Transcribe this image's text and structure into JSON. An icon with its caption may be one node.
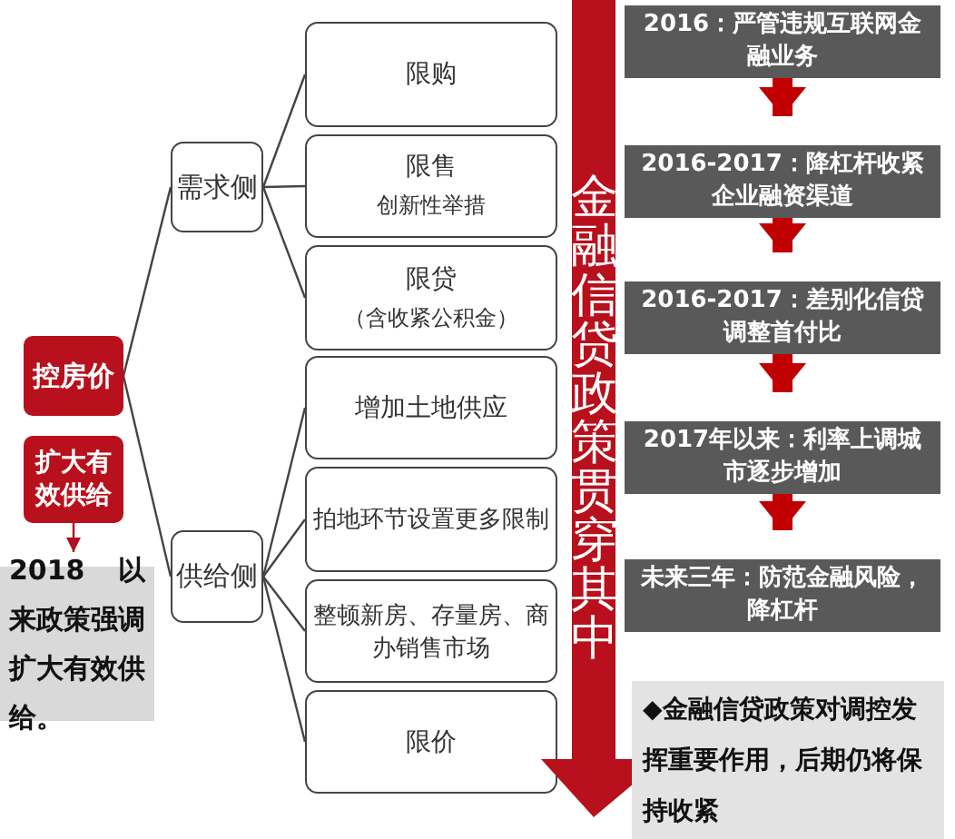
{
  "diagram": {
    "nodes": [
      {
        "text": [
          "控房价"
        ]
      },
      {
        "text": [
          "扩大有效供给"
        ]
      },
      {
        "text": [
          "2018 以来政策强调扩大有效供给。"
        ]
      },
      {
        "text": [
          "需求侧"
        ]
      },
      {
        "text": [
          "供给侧"
        ]
      },
      {
        "text": [
          "限购"
        ]
      },
      {
        "text": [
          "限售",
          "创新性举措"
        ]
      },
      {
        "text": [
          "限贷",
          "（含收紧公积金）"
        ]
      },
      {
        "text": [
          "增加土地供应"
        ]
      },
      {
        "text": [
          "拍地环节设置更多限制"
        ]
      },
      {
        "text": [
          "整顿新房、存量房、商办销售市场"
        ]
      },
      {
        "text": [
          "限价"
        ]
      },
      {
        "text": [
          "金融信贷政策贯穿其中"
        ]
      },
      {
        "text": [
          "2016：严管违规互联网金融业务"
        ]
      },
      {
        "text": [
          "2016-2017：降杠杆收紧企业融资渠道"
        ]
      },
      {
        "text": [
          "2016-2017：差别化信贷调整首付比"
        ]
      },
      {
        "text": [
          "2017年以来：利率上调城市逐步增加"
        ]
      },
      {
        "text": [
          "未来三年：防范金融风险，降杠杆"
        ]
      },
      {
        "text": [
          "◆金融信贷政策**对调控发挥重要作用**，后期仍将保持收紧"
        ]
      }
    ],
    "edges": [
      {
        "from": 0,
        "to": 3,
        "arrow": "none"
      },
      {
        "from": 0,
        "to": 4,
        "arrow": "none"
      },
      {
        "from": 1,
        "to": 2,
        "arrow": "to",
        "color": "#b01020"
      },
      {
        "from": 3,
        "to": 5,
        "arrow": "none"
      },
      {
        "from": 3,
        "to": 6,
        "arrow": "none"
      },
      {
        "from": 3,
        "to": 7,
        "arrow": "none"
      },
      {
        "from": 4,
        "to": 8,
        "arrow": "none"
      },
      {
        "from": 4,
        "to": 9,
        "arrow": "none"
      },
      {
        "from": 4,
        "to": 10,
        "arrow": "none"
      },
      {
        "from": 4,
        "to": 11,
        "arrow": "none"
      },
      {
        "from": 13,
        "to": 14,
        "arrow": "to",
        "style": "thick",
        "color": "#c00000"
      },
      {
        "from": 14,
        "to": 15,
        "arrow": "to",
        "style": "thick",
        "color": "#c00000"
      },
      {
        "from": 15,
        "to": 16,
        "arrow": "to",
        "style": "thick",
        "color": "#c00000"
      },
      {
        "from": 16,
        "to": 17,
        "arrow": "to",
        "style": "thick",
        "color": "#c00000"
      }
    ]
  }
}
